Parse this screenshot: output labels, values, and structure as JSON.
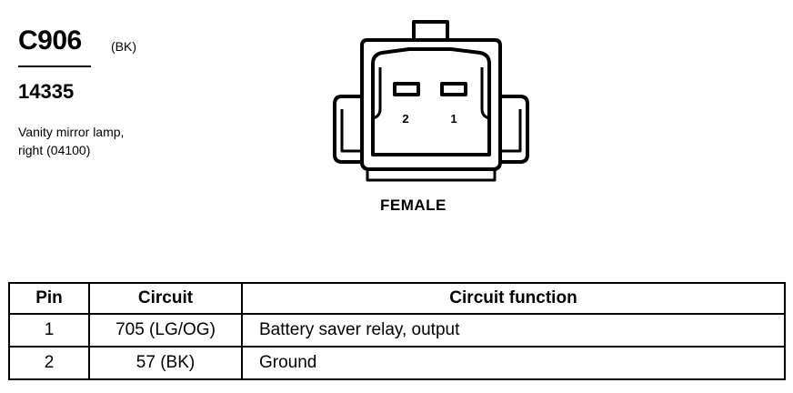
{
  "connector": {
    "id": "C906",
    "color": "(BK)",
    "part_number": "14335",
    "description_line1": "Vanity mirror lamp,",
    "description_line2": "right (04100)"
  },
  "diagram": {
    "pin_labels": [
      "2",
      "1"
    ],
    "gender": "FEMALE"
  },
  "table": {
    "headers": [
      "Pin",
      "Circuit",
      "Circuit function"
    ],
    "rows": [
      {
        "pin": "1",
        "circuit": "705 (LG/OG)",
        "function": "Battery saver relay, output"
      },
      {
        "pin": "2",
        "circuit": "57 (BK)",
        "function": "Ground"
      }
    ]
  }
}
